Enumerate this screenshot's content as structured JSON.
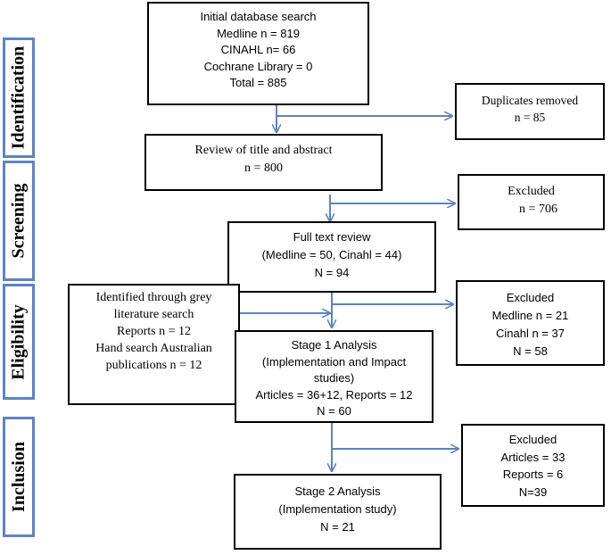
{
  "stages": {
    "identification": "Identification",
    "screening": "Screening",
    "eligibility": "Eligibility",
    "inclusion": "Inclusion"
  },
  "boxes": {
    "initial_search": [
      "Initial database search",
      "Medline   n = 819",
      "CINAHL n= 66",
      "Cochrane Library = 0",
      "Total = 885"
    ],
    "duplicates": [
      "Duplicates removed",
      "n = 85"
    ],
    "title_abstract": [
      "Review of title and abstract",
      "n = 800"
    ],
    "excluded_screening": [
      "Excluded",
      "n = 706"
    ],
    "full_text": [
      "Full text review",
      "(Medline = 50, Cinahl = 44)",
      "N = 94"
    ],
    "grey_literature": [
      "Identified through grey",
      "literature search",
      "Reports n = 12",
      "Hand search Australian",
      "publications n = 12"
    ],
    "excluded_eligibility": [
      "Excluded",
      "Medline n = 21",
      "Cinahl n = 37",
      "N = 58"
    ],
    "stage1": [
      "Stage 1 Analysis",
      "(Implementation and Impact",
      "studies)",
      "Articles = 36+12, Reports = 12",
      "N = 60"
    ],
    "excluded_inclusion": [
      "Excluded",
      "Articles = 33",
      "Reports = 6",
      "N=39"
    ],
    "stage2": [
      "Stage 2 Analysis",
      "(Implementation study)",
      "N = 21"
    ]
  },
  "colors": {
    "arrow": "#5b84c4",
    "stage_border": "#5b84c4",
    "box_border": "#000000"
  }
}
